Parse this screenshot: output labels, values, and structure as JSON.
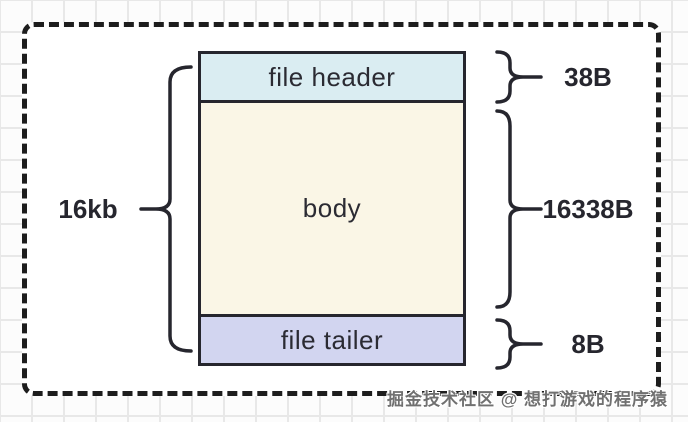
{
  "diagram": {
    "title_hint": "file structure layout",
    "total": {
      "label": "16kb"
    },
    "box": {
      "sections": [
        {
          "id": "file-header",
          "label": "file header",
          "size_label": "38B",
          "fill": "#daedf2"
        },
        {
          "id": "body",
          "label": "body",
          "size_label": "16338B",
          "fill": "#faf6e6"
        },
        {
          "id": "file-tailer",
          "label": "file tailer",
          "size_label": "8B",
          "fill": "#d2d5f0"
        }
      ]
    }
  },
  "watermark": "掘金技术社区 @ 想打游戏的程序猿",
  "colors": {
    "stroke": "#26262e",
    "dashed_border": "#1d1d1d",
    "grid_line": "#e8e8e8",
    "canvas_bg": "#fcfcfc",
    "inner_bg": "#ffffff",
    "header_fill": "#daedf2",
    "body_fill": "#faf6e6",
    "tailer_fill": "#d2d5f0"
  }
}
